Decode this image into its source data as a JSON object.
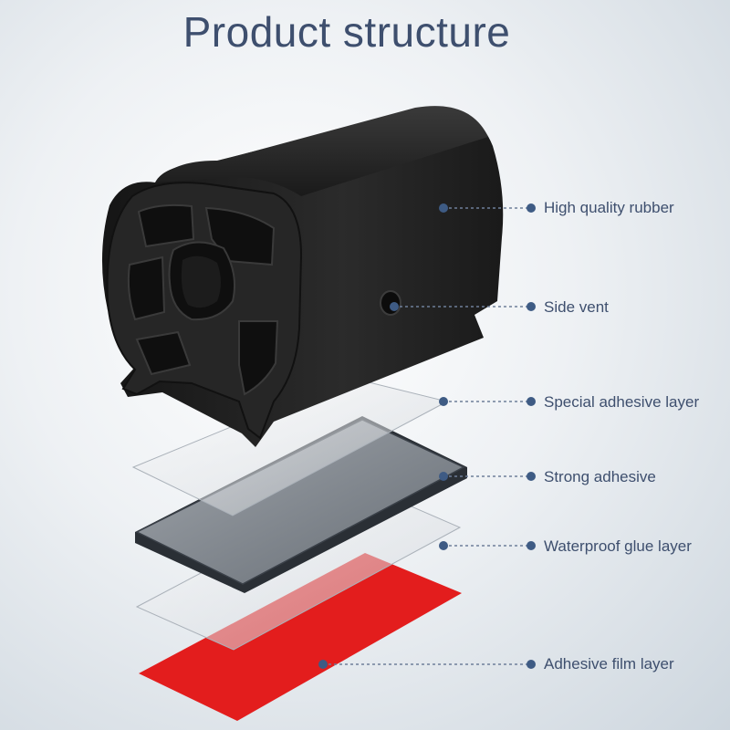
{
  "title": "Product structure",
  "colors": {
    "title_text": "#3e4f6e",
    "callout_dot": "#3e5b84",
    "rubber": "#1e1e1e",
    "adhesive_film": "#e31d1d"
  },
  "labels": {
    "rubber": "High quality rubber",
    "vent": "Side vent",
    "special_adhesive": "Special adhesive layer",
    "strong_adhesive": "Strong adhesive",
    "waterproof_glue": "Waterproof glue layer",
    "adhesive_film": "Adhesive film layer"
  }
}
